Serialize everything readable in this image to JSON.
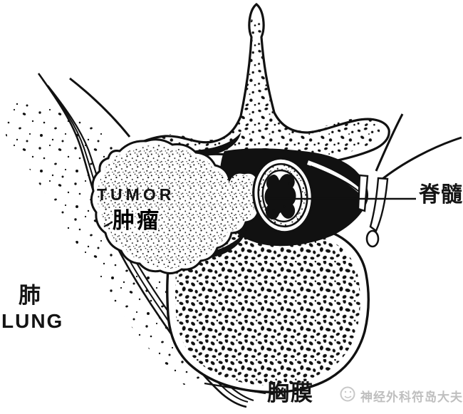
{
  "labels": {
    "tumor_en": "TUMOR",
    "tumor_zh": "肿瘤",
    "lung_zh": "肺",
    "lung_en": "LUNG",
    "spinal_cord_zh": "脊髓",
    "pleura_zh": "胸膜"
  },
  "watermark": {
    "text": "神经外科符岛大夫"
  },
  "colors": {
    "ink": "#111111",
    "paper": "#ffffff",
    "watermark": "#bfbfbf"
  }
}
